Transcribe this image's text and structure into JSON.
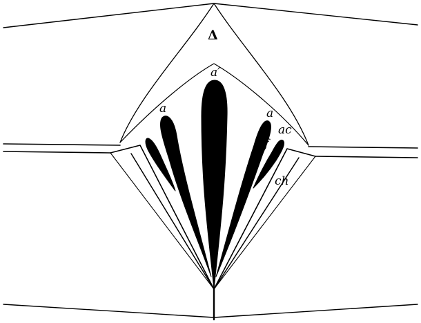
{
  "labels": {
    "delta": "Δ",
    "a_left": "a",
    "a_prime": "a′",
    "a_right": "a",
    "ac": "ac",
    "f": "f",
    "ch": "ch"
  },
  "colors": {
    "ink": "#000000",
    "paper": "#ffffff"
  }
}
